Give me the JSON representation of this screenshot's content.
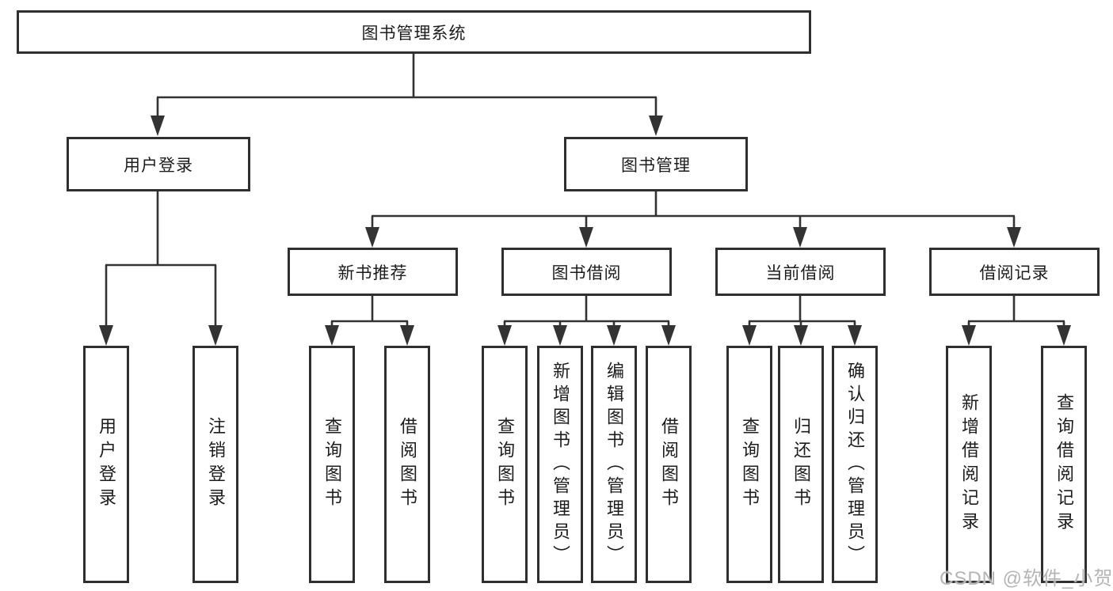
{
  "diagram": {
    "title": "图书管理系统",
    "watermark": "CSDN @软件_小贺同学",
    "colors": {
      "line": "#333333",
      "box_border": "#2f2f2f",
      "text": "#1c1c1c",
      "watermark": "#b5b5b5",
      "background": "#ffffff"
    },
    "nodes": {
      "root": {
        "label": "图书管理系统"
      },
      "user_login": {
        "label": "用户登录"
      },
      "book_mgmt": {
        "label": "图书管理"
      },
      "user_login_action": {
        "label": "用户登录"
      },
      "logout_action": {
        "label": "注销登录"
      },
      "new_book_rec": {
        "label": "新书推荐"
      },
      "nb_query": {
        "label": "查询图书"
      },
      "nb_borrow": {
        "label": "借阅图书"
      },
      "book_borrow": {
        "label": "图书借阅"
      },
      "bb_query": {
        "label": "查询图书"
      },
      "bb_add": {
        "label": "新增图书（管理员）"
      },
      "bb_edit": {
        "label": "编辑图书（管理员）"
      },
      "bb_borrow": {
        "label": "借阅图书"
      },
      "current_borrow": {
        "label": "当前借阅"
      },
      "cb_query": {
        "label": "查询图书"
      },
      "cb_return": {
        "label": "归还图书"
      },
      "cb_confirm": {
        "label": "确认归还（管理员）"
      },
      "borrow_records": {
        "label": "借阅记录"
      },
      "br_add": {
        "label": "新增借阅记录"
      },
      "br_query": {
        "label": "查询借阅记录"
      }
    },
    "edges_note": "root→(user_login, book_mgmt); user_login→(user_login_action, logout_action); book_mgmt→(new_book_rec, book_borrow, current_borrow, borrow_records); new_book_rec→(nb_query, nb_borrow); book_borrow→(bb_query, bb_add, bb_edit, bb_borrow); current_borrow→(cb_query, cb_return, cb_confirm); borrow_records→(br_add, br_query)"
  }
}
